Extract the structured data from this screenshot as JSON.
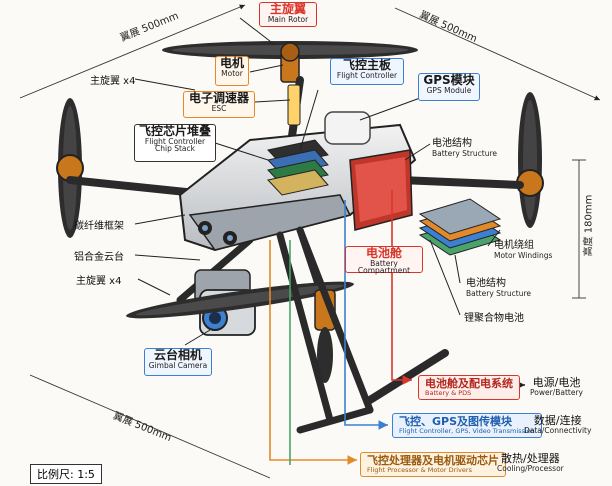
{
  "labels": {
    "main_rotor": {
      "zh": "主旋翼",
      "en": "Main Rotor"
    },
    "motor": {
      "zh": "电机",
      "en": "Motor"
    },
    "esc": {
      "zh": "电子调速器",
      "en": "ESC"
    },
    "flight_controller": {
      "zh": "飞控主板",
      "en": "Flight Controller"
    },
    "gps": {
      "zh": "GPS模块",
      "en": "GPS Module"
    },
    "chip_stack": {
      "zh": "飞控芯片堆叠",
      "en1": "Flight Controller",
      "en2": "Chip Stack"
    },
    "battery_structure_top": {
      "zh": "电池结构",
      "en": "Battery Structure"
    },
    "carbon_frame": {
      "zh": "碳纤维框架"
    },
    "aluminum_gimbal": {
      "zh": "铝合金云台"
    },
    "main_rotor_x4_bottom": {
      "zh": "主旋翼 x4"
    },
    "main_rotor_x4_top": {
      "zh": "主旋翼 x4"
    },
    "battery_compartment": {
      "zh": "电池舱",
      "en": "Battery Compartment"
    },
    "motor_windings": {
      "zh": "电机绕组",
      "en": "Motor Windings"
    },
    "battery_structure_mid": {
      "zh": "电池结构",
      "en": "Battery Structure"
    },
    "lithium_polymer": {
      "zh": "锂聚合物电池"
    },
    "gimbal_camera": {
      "zh": "云台相机",
      "en": "Gimbal Camera"
    }
  },
  "flows": [
    {
      "zh": "电池舱及配电系统",
      "en": "Battery & PDS",
      "out_zh": "电源/电池",
      "out_en": "Power/Battery"
    },
    {
      "zh": "飞控、GPS及图传模块",
      "en": "Flight Controller, GPS, Video Transmission",
      "out_zh": "数据/连接",
      "out_en": "Data/Connectivity"
    },
    {
      "zh": "飞控处理器及电机驱动芯片",
      "en": "Flight Processor & Motor Drivers",
      "out_zh": "散热/处理器",
      "out_en": "Cooling/Processor"
    }
  ],
  "dimensions": {
    "span_top_left": "翼展 500mm",
    "span_top_right": "翼展 500mm",
    "span_bottom": "翼展 500mm",
    "height": "高度 180mm"
  },
  "scale_text": "比例尺: 1:5",
  "colors": {
    "red": "#d9362b",
    "blue": "#3d7fd1",
    "orange": "#e2892b",
    "green": "#4aa36a",
    "carbon": "#2a2a2a"
  }
}
